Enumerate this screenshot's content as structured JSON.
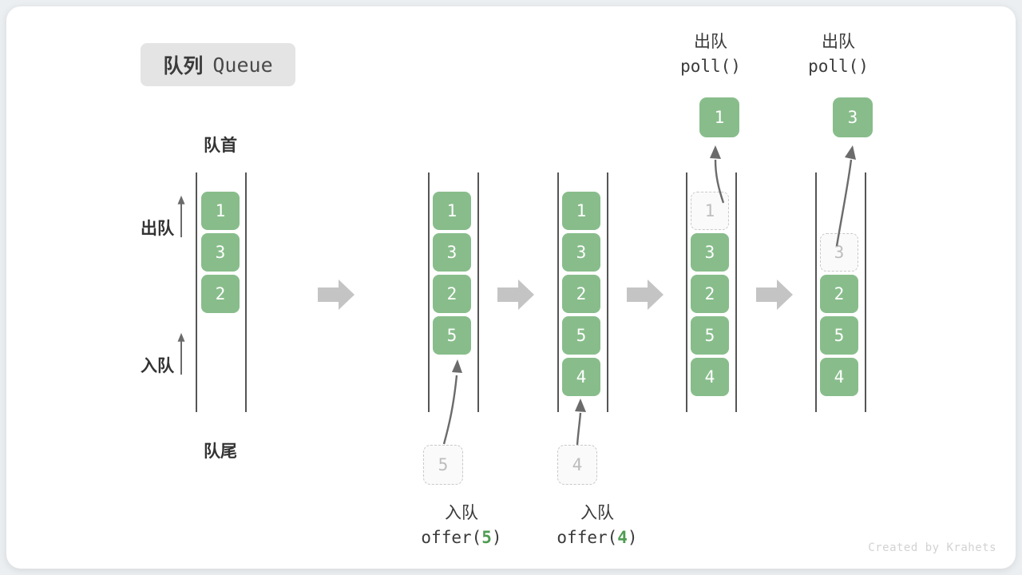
{
  "title": {
    "cn": "队列",
    "en": "Queue"
  },
  "labels": {
    "head": "队首",
    "tail": "队尾",
    "dequeue": "出队",
    "enqueue": "入队"
  },
  "columns": [
    {
      "name": "initial",
      "cells": [
        {
          "value": "1",
          "state": "filled"
        },
        {
          "value": "3",
          "state": "filled"
        },
        {
          "value": "2",
          "state": "filled"
        }
      ]
    },
    {
      "name": "after-offer-5",
      "cells": [
        {
          "value": "1",
          "state": "filled"
        },
        {
          "value": "3",
          "state": "filled"
        },
        {
          "value": "2",
          "state": "filled"
        },
        {
          "value": "5",
          "state": "filled"
        }
      ]
    },
    {
      "name": "after-offer-4",
      "cells": [
        {
          "value": "1",
          "state": "filled"
        },
        {
          "value": "3",
          "state": "filled"
        },
        {
          "value": "2",
          "state": "filled"
        },
        {
          "value": "5",
          "state": "filled"
        },
        {
          "value": "4",
          "state": "filled"
        }
      ]
    },
    {
      "name": "after-poll-1",
      "cells": [
        {
          "value": "1",
          "state": "ghost"
        },
        {
          "value": "3",
          "state": "filled"
        },
        {
          "value": "2",
          "state": "filled"
        },
        {
          "value": "5",
          "state": "filled"
        },
        {
          "value": "4",
          "state": "filled"
        }
      ]
    },
    {
      "name": "after-poll-3",
      "cells": [
        {
          "value": "3",
          "state": "ghost"
        },
        {
          "value": "2",
          "state": "filled"
        },
        {
          "value": "5",
          "state": "filled"
        },
        {
          "value": "4",
          "state": "filled"
        }
      ]
    }
  ],
  "pending": [
    {
      "value": "5"
    },
    {
      "value": "4"
    }
  ],
  "popped": [
    {
      "value": "1"
    },
    {
      "value": "3"
    }
  ],
  "captions": {
    "offer5": {
      "cn": "入队",
      "fn": "offer(",
      "arg": "5",
      "close": ")"
    },
    "offer4": {
      "cn": "入队",
      "fn": "offer(",
      "arg": "4",
      "close": ")"
    },
    "poll1": {
      "cn": "出队",
      "code": "poll()"
    },
    "poll2": {
      "cn": "出队",
      "code": "poll()"
    }
  },
  "watermark": "Created by Krahets",
  "colors": {
    "item": "#88bd8b",
    "ghost_border": "#c9c9c9",
    "rail": "#555555",
    "flow_arrow": "#c4c4c4",
    "accent_text": "#4f9c53"
  }
}
